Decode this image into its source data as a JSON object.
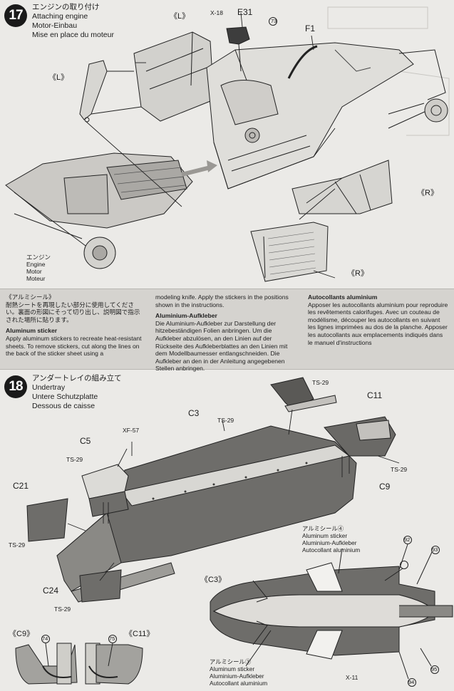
{
  "step17": {
    "number": "17",
    "title_ja": "エンジンの取り付け",
    "title_en": "Attaching engine",
    "title_de": "Motor-Einbau",
    "title_fr": "Mise en place du moteur",
    "labels": {
      "L_top": "《L》",
      "L_left": "《L》",
      "paint": "X-18",
      "part_e31": "E31",
      "part_f1": "F1",
      "callout_73": "73",
      "R_right": "《R》",
      "R_bottom": "《R》"
    },
    "engine_ja": "エンジン",
    "engine_en": "Engine",
    "engine_de": "Motor",
    "engine_fr": "Moteur"
  },
  "aluminum_notes": {
    "ja_heading": "《アルミシール》",
    "ja_text": "耐熱シートを再現したい部分に使用してください。裏面の形図にそって切り出し、説明図で指示された場所に貼ります。",
    "en_heading": "Aluminum sticker",
    "en_text_1": "Apply aluminum stickers to recreate heat-resistant sheets. To remove stickers, cut along the lines on the back of the sticker sheet using a",
    "en_text_2": "modeling knife. Apply the stickers in the positions shown in the instructions.",
    "de_heading": "Aluminium-Aufkleber",
    "de_text": "Die Aluminium-Aufkleber zur Darstellung der hitzebeständigen Folien anbringen. Um die Aufkleber abzulösen, an den Linien auf der Rückseite des Aufkleberblattes an den Linien mit dem Modellbaumesser entlangschneiden. Die Aufkleber an den in der Anleitung angegebenen Stellen anbringen.",
    "fr_heading": "Autocollants aluminium",
    "fr_text": "Apposer les autocollants aluminium pour reproduire les revêtements calorifuges. Avec un couteau de modélisme, découper les autocollants en suivant les lignes imprimées au dos de la planche. Apposer les autocollants aux emplacements indiqués dans le manuel d'instructions"
  },
  "step18": {
    "number": "18",
    "title_ja": "アンダートレイの組み立て",
    "title_en": "Undertray",
    "title_de": "Untere Schutzplatte",
    "title_fr": "Dessous de caisse",
    "parts": {
      "c11": "C11",
      "c3": "C3",
      "c5": "C5",
      "c21": "C21",
      "c24": "C24",
      "c9": "C9"
    },
    "paints": {
      "ts29": "TS-29",
      "xf57": "XF-57",
      "x11": "X-11"
    },
    "views": {
      "c3": "《C3》",
      "c9": "《C9》",
      "c11": "《C11》"
    },
    "callouts": [
      "74",
      "75",
      "92",
      "93",
      "94",
      "95"
    ],
    "sticker4": {
      "ja": "アルミシール④",
      "en": "Aluminum sticker",
      "de": "Aluminium-Aufkleber",
      "fr": "Autocollant aluminium"
    },
    "sticker3": {
      "ja": "アルミシール③",
      "en": "Aluminum sticker",
      "de": "Aluminium-Aufkleber",
      "fr": "Autocollant aluminium"
    }
  }
}
